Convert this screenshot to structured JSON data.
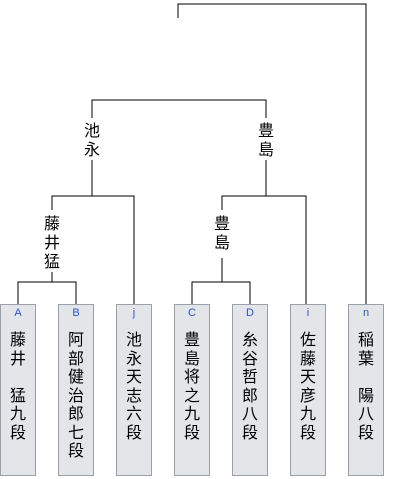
{
  "tournament": {
    "final_winner": "",
    "nodes": [
      {
        "id": "semi-winner-left",
        "text": "池永"
      },
      {
        "id": "semi-winner-right",
        "text": "豊島"
      },
      {
        "id": "qf-winner-a",
        "text": "藤井猛"
      },
      {
        "id": "qf-winner-c",
        "text": "豊島"
      }
    ],
    "players": [
      {
        "seed": "A",
        "name": "藤井　猛九段",
        "chars": [
          "藤",
          "井",
          "",
          "猛",
          "九",
          "段"
        ]
      },
      {
        "seed": "B",
        "name": "阿部健治郎七段",
        "chars": [
          "阿",
          "部",
          "健",
          "治",
          "郎",
          "七",
          "段"
        ]
      },
      {
        "seed": "j",
        "name": "池永天志六段",
        "chars": [
          "池",
          "永",
          "天",
          "志",
          "六",
          "段"
        ]
      },
      {
        "seed": "C",
        "name": "豊島将之九段",
        "chars": [
          "豊",
          "島",
          "将",
          "之",
          "九",
          "段"
        ]
      },
      {
        "seed": "D",
        "name": "糸谷哲郎八段",
        "chars": [
          "糸",
          "谷",
          "哲",
          "郎",
          "八",
          "段"
        ]
      },
      {
        "seed": "i",
        "name": "佐藤天彦九段",
        "chars": [
          "佐",
          "藤",
          "天",
          "彦",
          "九",
          "段"
        ]
      },
      {
        "seed": "n",
        "name": "稲葉　陽八段",
        "chars": [
          "稲",
          "葉",
          "",
          "陽",
          "八",
          "段"
        ]
      }
    ]
  }
}
